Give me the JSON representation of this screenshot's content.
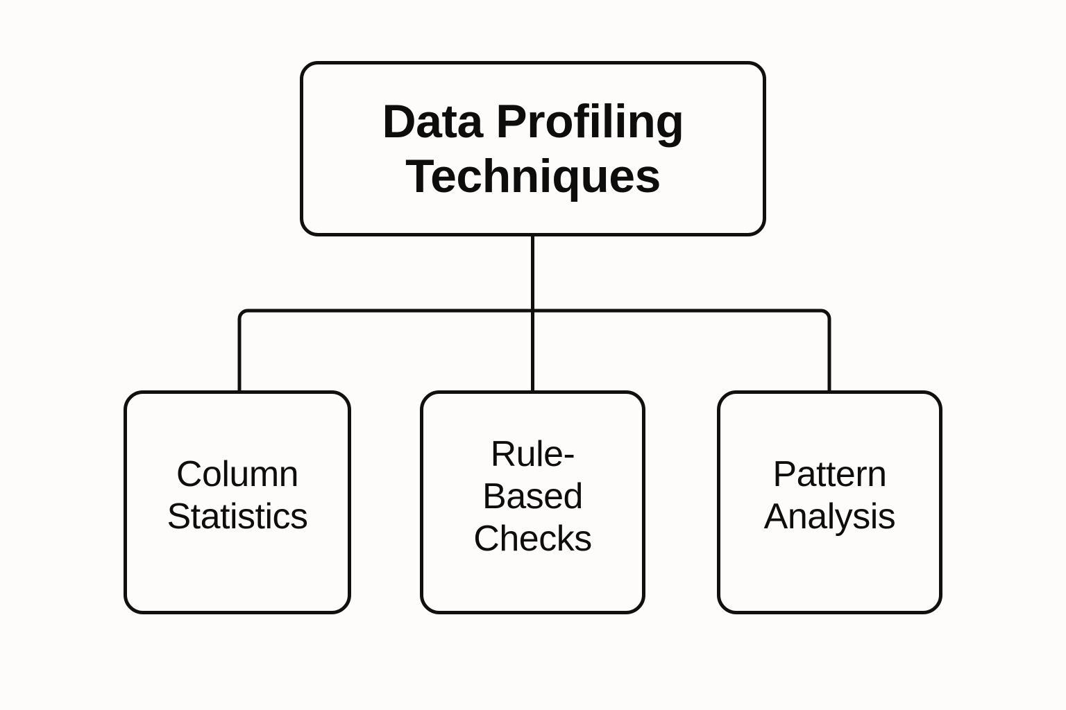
{
  "diagram": {
    "type": "tree",
    "orientation": "top-down",
    "background_color": "#fdfcfa",
    "line_color": "#101010",
    "text_color": "#0d0d0d",
    "root": {
      "label": "Data Profiling\nTechniques"
    },
    "children": [
      {
        "label": "Column\nStatistics"
      },
      {
        "label": "Rule-\nBased\nChecks"
      },
      {
        "label": "Pattern\nAnalysis"
      }
    ]
  }
}
